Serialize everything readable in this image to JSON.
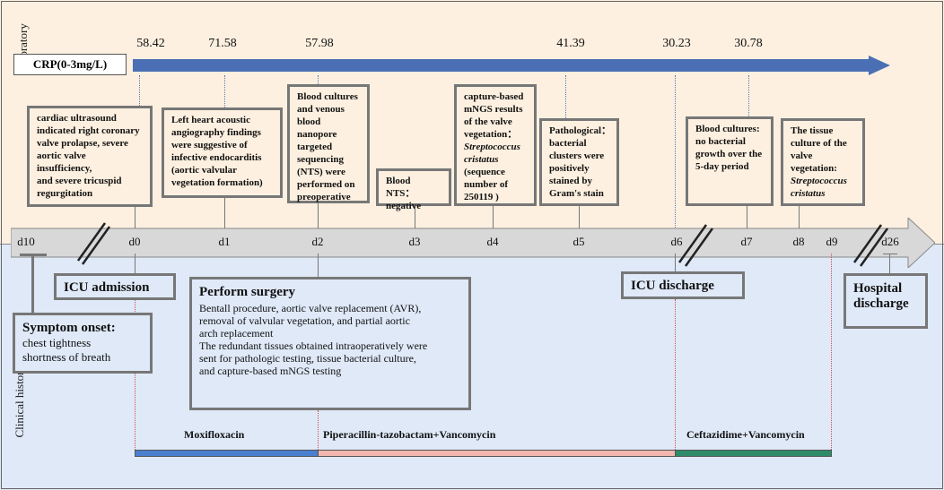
{
  "side_labels": {
    "top": "Laboratory",
    "bottom": "Clinical historuy"
  },
  "crp": {
    "label": "CRP(0-3mg/L)",
    "values": [
      "58.42",
      "71.58",
      "57.98",
      "41.39",
      "30.23",
      "30.78"
    ]
  },
  "lab_boxes": [
    {
      "lines": [
        "cardiac ultrasound",
        "indicated right coronary",
        "valve prolapse, severe",
        "aortic valve insufficiency,",
        "and severe tricuspid",
        "regurgitation"
      ]
    },
    {
      "lines": [
        "Left heart acoustic",
        "angiography findings",
        "were suggestive of",
        "infective endocarditis",
        "(aortic valvular",
        "vegetation formation)"
      ]
    },
    {
      "lines": [
        "Blood cultures",
        "and venous",
        "blood",
        "nanopore",
        "targeted",
        "sequencing",
        "(NTS) were",
        "performed on",
        "preoperative"
      ]
    },
    {
      "lines": [
        "Blood  NTS：",
        "negative"
      ]
    },
    {
      "lines": [
        "capture-based",
        "mNGS results",
        "of the valve",
        "vegetation："
      ],
      "italic_lines": [
        "Streptococcus",
        "cristatus"
      ],
      "after_lines": [
        "(sequence",
        "number of",
        "250119 )"
      ]
    },
    {
      "lines": [
        "Pathological：",
        "bacterial",
        "clusters were",
        "positively",
        "stained by",
        "Gram's stain"
      ]
    },
    {
      "lines": [
        "Blood cultures:",
        "no bacterial",
        "growth over the",
        "5-day period"
      ]
    },
    {
      "lines": [
        "The tissue",
        "culture of the",
        "valve vegetation:"
      ],
      "italic_lines": [
        "Streptococcus",
        "cristatus"
      ]
    }
  ],
  "days": [
    "d10",
    "d0",
    "d1",
    "d2",
    "d3",
    "d4",
    "d5",
    "d6",
    "d7",
    "d8",
    "d9",
    "d26"
  ],
  "clinical": {
    "symptom": {
      "title": "Symptom onset:",
      "lines": [
        "chest tightness",
        "shortness of breath"
      ]
    },
    "icu_admission": "ICU admission",
    "surgery": {
      "title": "Perform surgery",
      "lines": [
        "Bentall procedure, aortic valve replacement (AVR),",
        "removal of valvular vegetation, and partial aortic",
        "arch replacement",
        "The redundant tissues obtained intraoperatively were",
        "sent for pathologic testing, tissue bacterial culture,",
        "and capture-based mNGS testing"
      ]
    },
    "icu_discharge": "ICU discharge",
    "hospital_discharge": [
      "Hospital",
      "discharge"
    ]
  },
  "drugs": [
    {
      "label": "Moxifloxacin",
      "color": "#4a7fd0"
    },
    {
      "label": "Piperacillin-tazobactam+Vancomycin",
      "color": "#f2b8b0"
    },
    {
      "label": "Ceftazidime+Vancomycin",
      "color": "#2e8b6a"
    }
  ],
  "colors": {
    "lab_bg": "#fdf0e0",
    "clinical_bg": "#dfe9f8",
    "crp_arrow": "#4a6fb5",
    "timeline": "#d8d8d8"
  }
}
